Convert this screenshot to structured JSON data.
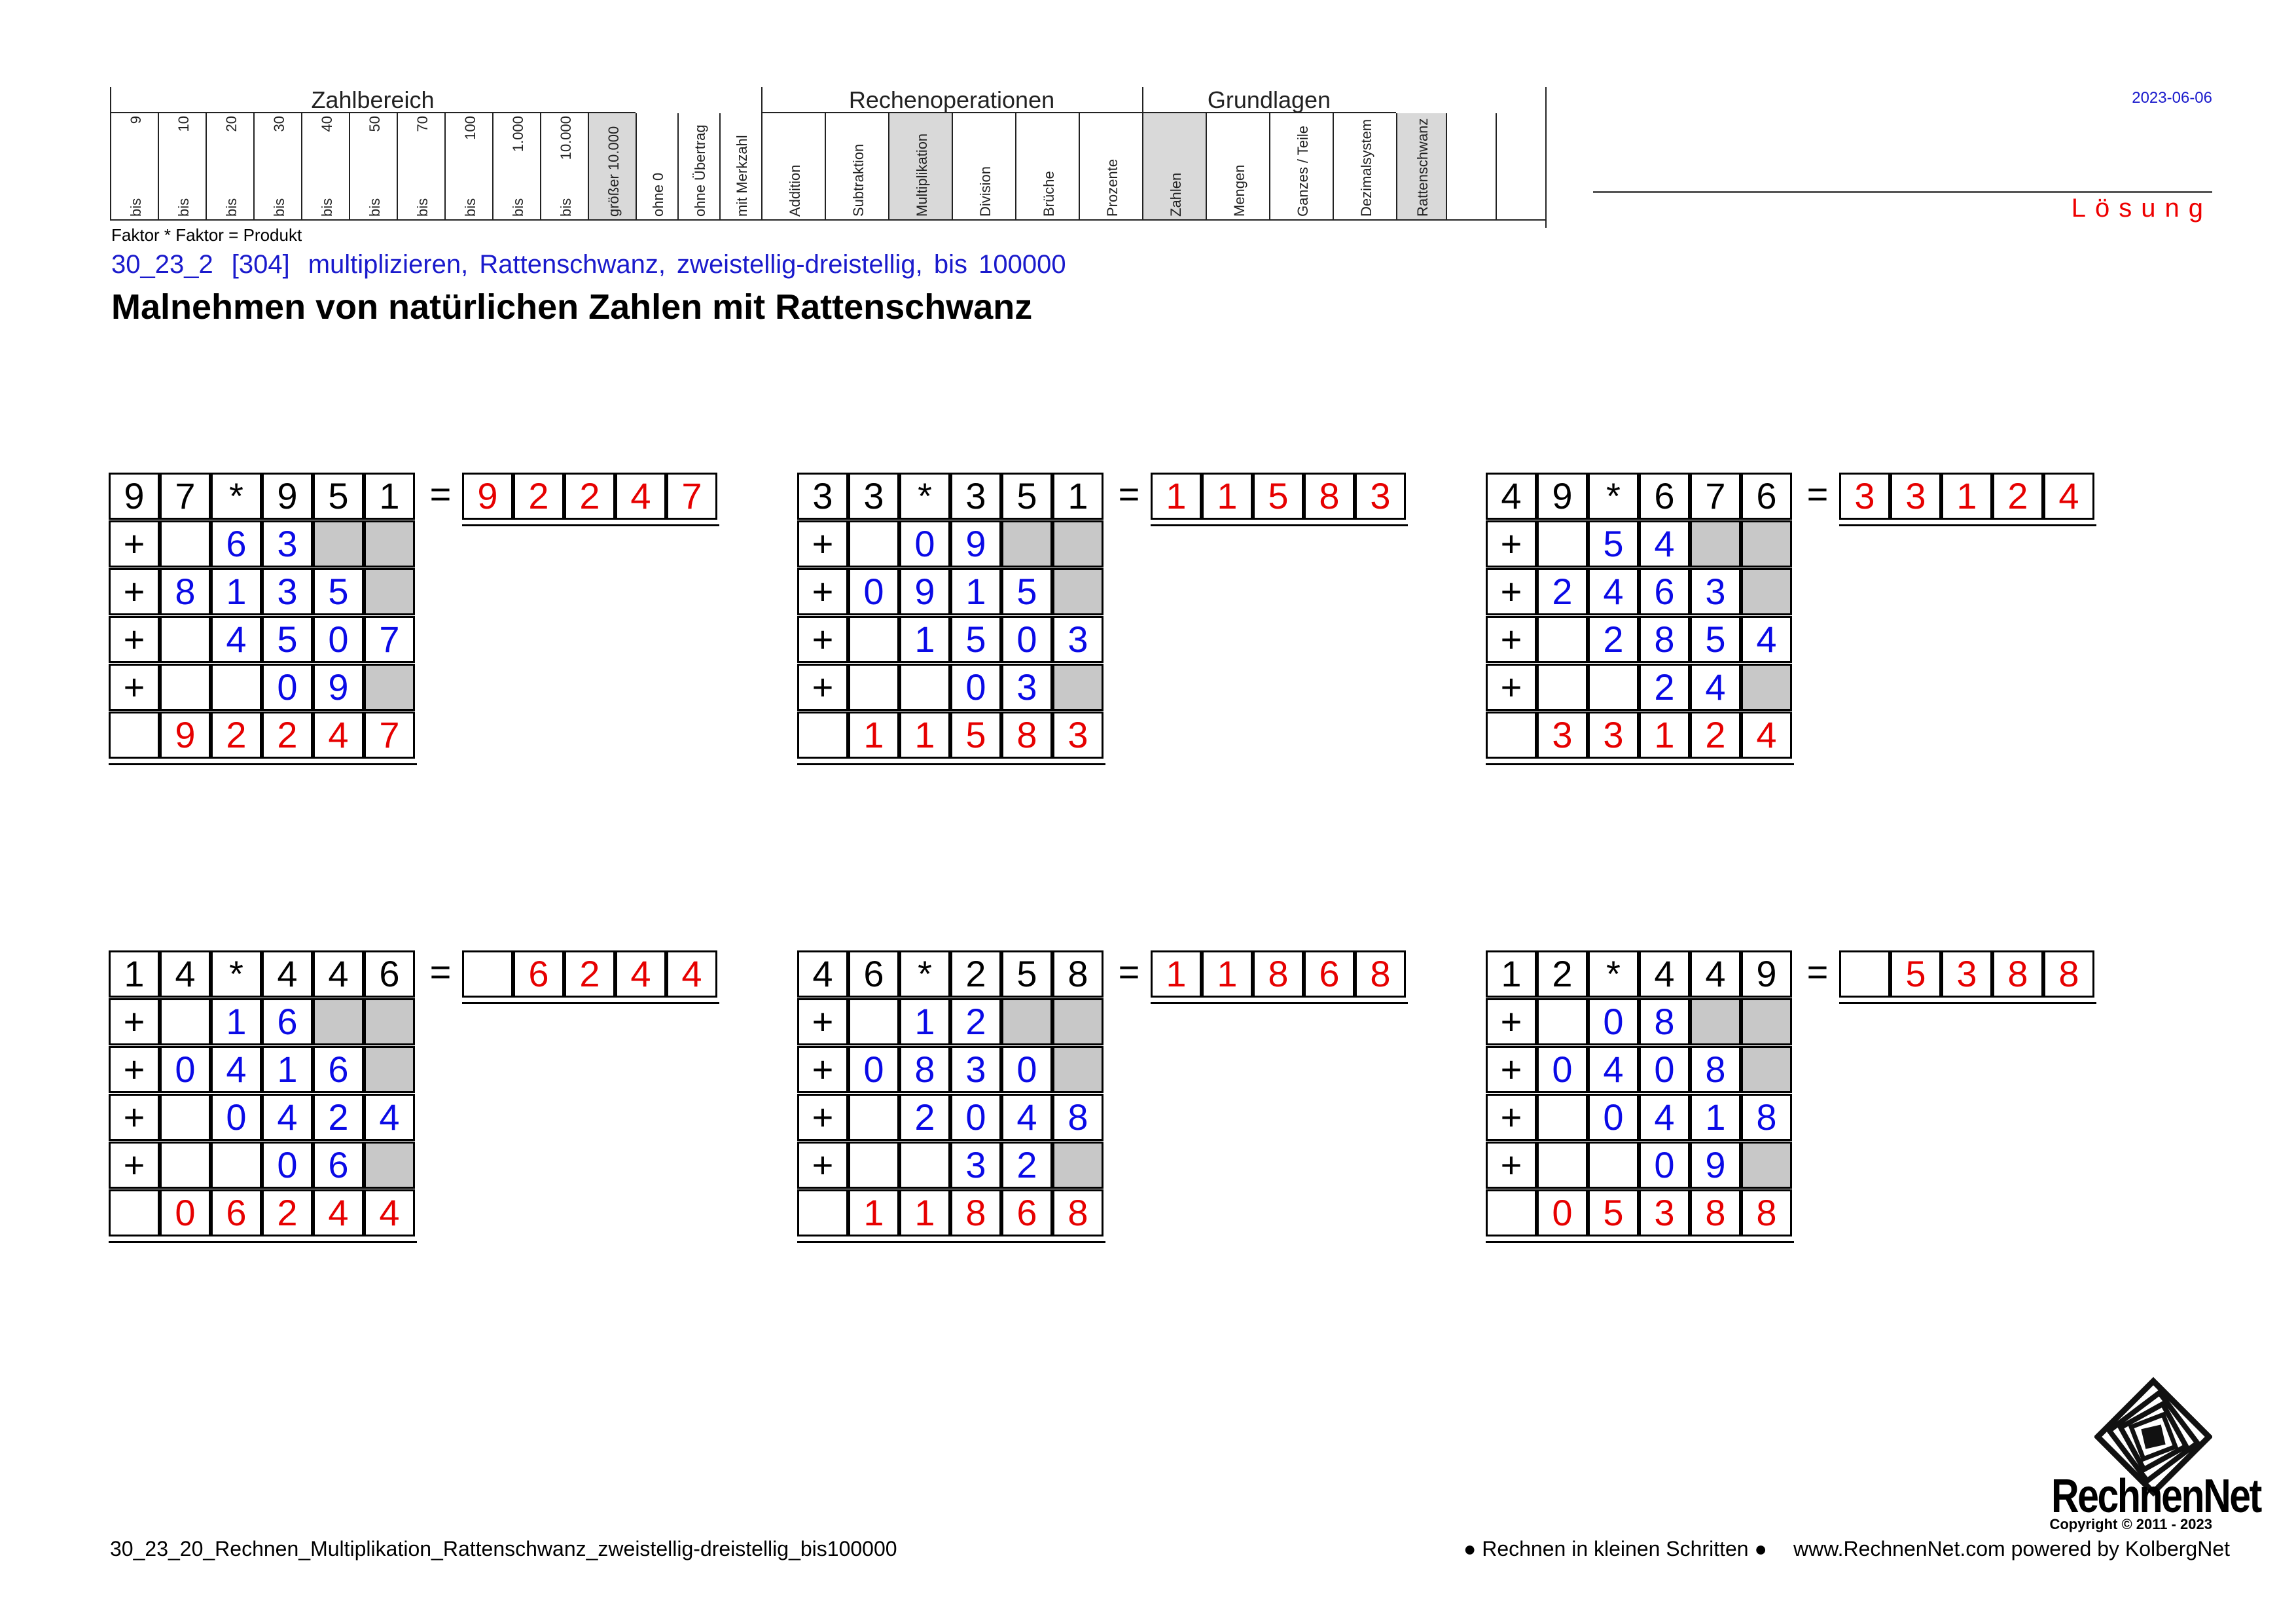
{
  "header": {
    "groups": [
      "Zahlbereich",
      "Rechenoperationen",
      "Grundlagen"
    ],
    "columns": [
      {
        "top": "9",
        "bottom": "bis",
        "shaded": false
      },
      {
        "top": "10",
        "bottom": "bis",
        "shaded": false
      },
      {
        "top": "20",
        "bottom": "bis",
        "shaded": false
      },
      {
        "top": "30",
        "bottom": "bis",
        "shaded": false
      },
      {
        "top": "40",
        "bottom": "bis",
        "shaded": false
      },
      {
        "top": "50",
        "bottom": "bis",
        "shaded": false
      },
      {
        "top": "70",
        "bottom": "bis",
        "shaded": false
      },
      {
        "top": "100",
        "bottom": "bis",
        "shaded": false
      },
      {
        "top": "1.000",
        "bottom": "bis",
        "shaded": false
      },
      {
        "top": "10.000",
        "bottom": "bis",
        "shaded": false
      },
      {
        "top": "",
        "bottom": "größer 10.000",
        "shaded": true
      },
      {
        "top": "",
        "bottom": "ohne 0",
        "shaded": false
      },
      {
        "top": "",
        "bottom": "ohne Übertrag",
        "shaded": false
      },
      {
        "top": "",
        "bottom": "mit Merkzahl",
        "shaded": false
      },
      {
        "top": "",
        "bottom": "Addition",
        "shaded": false
      },
      {
        "top": "",
        "bottom": "Subtraktion",
        "shaded": false
      },
      {
        "top": "",
        "bottom": "Multiplikation",
        "shaded": true
      },
      {
        "top": "",
        "bottom": "Division",
        "shaded": false
      },
      {
        "top": "",
        "bottom": "Brüche",
        "shaded": false
      },
      {
        "top": "",
        "bottom": "Prozente",
        "shaded": false
      },
      {
        "top": "",
        "bottom": "Zahlen",
        "shaded": true
      },
      {
        "top": "",
        "bottom": "Mengen",
        "shaded": false
      },
      {
        "top": "",
        "bottom": "Ganzes / Teile",
        "shaded": false
      },
      {
        "top": "",
        "bottom": "Dezimalsystem",
        "shaded": false
      },
      {
        "top": "",
        "bottom": "Rattenschwanz",
        "shaded": true
      },
      {
        "top": "",
        "bottom": "",
        "shaded": false
      },
      {
        "top": "",
        "bottom": "",
        "shaded": false
      }
    ],
    "faktor_label": "Faktor * Faktor = Produkt",
    "subtitle_code": "30_23_2",
    "subtitle_num": "[304]",
    "subtitle_text": "multiplizieren, Rattenschwanz, zweistellig-dreistellig, bis 100000",
    "title": "Malnehmen von natürlichen Zahlen mit Rattenschwanz",
    "date": "2023-06-06",
    "solution": "Lösung"
  },
  "symbols": {
    "mul": "*",
    "eq": "=",
    "plus": "+"
  },
  "exercises": [
    {
      "a": [
        "9",
        "7"
      ],
      "b": [
        "9",
        "5",
        "1"
      ],
      "result": [
        "9",
        "2",
        "2",
        "4",
        "7"
      ],
      "partials": [
        [
          "",
          "",
          "6",
          "3",
          "g",
          "g"
        ],
        [
          "",
          "8",
          "1",
          "3",
          "5",
          "g"
        ],
        [
          "",
          "",
          "4",
          "5",
          "0",
          "7"
        ],
        [
          "",
          "",
          "",
          "0",
          "9",
          "g"
        ]
      ],
      "sum": [
        "",
        "9",
        "2",
        "2",
        "4",
        "7"
      ]
    },
    {
      "a": [
        "3",
        "3"
      ],
      "b": [
        "3",
        "5",
        "1"
      ],
      "result": [
        "1",
        "1",
        "5",
        "8",
        "3"
      ],
      "partials": [
        [
          "",
          "",
          "0",
          "9",
          "g",
          "g"
        ],
        [
          "",
          "0",
          "9",
          "1",
          "5",
          "g"
        ],
        [
          "",
          "",
          "1",
          "5",
          "0",
          "3"
        ],
        [
          "",
          "",
          "",
          "0",
          "3",
          "g"
        ]
      ],
      "sum": [
        "",
        "1",
        "1",
        "5",
        "8",
        "3"
      ]
    },
    {
      "a": [
        "4",
        "9"
      ],
      "b": [
        "6",
        "7",
        "6"
      ],
      "result": [
        "3",
        "3",
        "1",
        "2",
        "4"
      ],
      "partials": [
        [
          "",
          "",
          "5",
          "4",
          "g",
          "g"
        ],
        [
          "",
          "2",
          "4",
          "6",
          "3",
          "g"
        ],
        [
          "",
          "",
          "2",
          "8",
          "5",
          "4"
        ],
        [
          "",
          "",
          "",
          "2",
          "4",
          "g"
        ]
      ],
      "sum": [
        "",
        "3",
        "3",
        "1",
        "2",
        "4"
      ]
    },
    {
      "a": [
        "1",
        "4"
      ],
      "b": [
        "4",
        "4",
        "6"
      ],
      "result": [
        "",
        "6",
        "2",
        "4",
        "4"
      ],
      "partials": [
        [
          "",
          "",
          "1",
          "6",
          "g",
          "g"
        ],
        [
          "",
          "0",
          "4",
          "1",
          "6",
          "g"
        ],
        [
          "",
          "",
          "0",
          "4",
          "2",
          "4"
        ],
        [
          "",
          "",
          "",
          "0",
          "6",
          "g"
        ]
      ],
      "sum": [
        "",
        "0",
        "6",
        "2",
        "4",
        "4"
      ]
    },
    {
      "a": [
        "4",
        "6"
      ],
      "b": [
        "2",
        "5",
        "8"
      ],
      "result": [
        "1",
        "1",
        "8",
        "6",
        "8"
      ],
      "partials": [
        [
          "",
          "",
          "1",
          "2",
          "g",
          "g"
        ],
        [
          "",
          "0",
          "8",
          "3",
          "0",
          "g"
        ],
        [
          "",
          "",
          "2",
          "0",
          "4",
          "8"
        ],
        [
          "",
          "",
          "",
          "3",
          "2",
          "g"
        ]
      ],
      "sum": [
        "",
        "1",
        "1",
        "8",
        "6",
        "8"
      ]
    },
    {
      "a": [
        "1",
        "2"
      ],
      "b": [
        "4",
        "4",
        "9"
      ],
      "result": [
        "",
        "5",
        "3",
        "8",
        "8"
      ],
      "partials": [
        [
          "",
          "",
          "0",
          "8",
          "g",
          "g"
        ],
        [
          "",
          "0",
          "4",
          "0",
          "8",
          "g"
        ],
        [
          "",
          "",
          "0",
          "4",
          "1",
          "8"
        ],
        [
          "",
          "",
          "",
          "0",
          "9",
          "g"
        ]
      ],
      "sum": [
        "",
        "0",
        "5",
        "3",
        "8",
        "8"
      ]
    }
  ],
  "footer": {
    "filename": "30_23_20_Rechnen_Multiplikation_Rattenschwanz_zweistellig-dreistellig_bis100000",
    "slogan": "● Rechnen in kleinen Schritten ●",
    "site": "www.RechnenNet.com powered by KolbergNet",
    "logo_text": "RechnenNet",
    "copyright": "Copyright © 2011 - 2023"
  }
}
